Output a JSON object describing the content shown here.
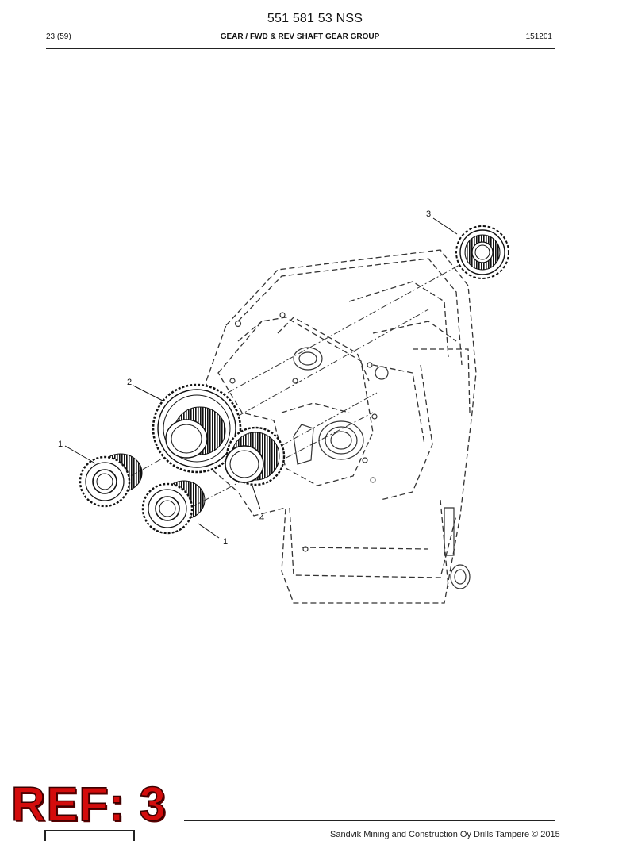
{
  "header": {
    "document_number": "551 581 53 NSS",
    "page": "23 (59)",
    "title": "GEAR / FWD & REV SHAFT GEAR GROUP",
    "code": "151201"
  },
  "drawing": {
    "callouts": [
      "1",
      "2",
      "3",
      "1",
      "4"
    ],
    "icons": [
      "housing-drawing",
      "gear-drawing"
    ]
  },
  "footer": {
    "copyright": "Sandvik Mining and Construction Oy Drills Tampere © 2015"
  },
  "stamp": {
    "text": "REF: 3",
    "color": "#d40c0c"
  }
}
